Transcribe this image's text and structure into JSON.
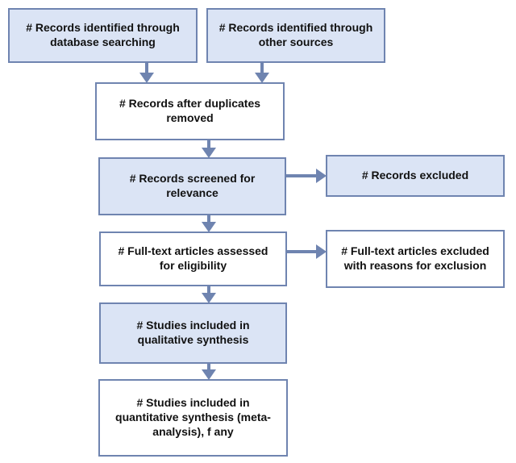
{
  "diagram": {
    "nodes": {
      "database_search": "# Records identified through\ndatabase searching",
      "other_sources": "# Records identified through\nother sources",
      "after_duplicates": "# Records after duplicates\nremoved",
      "screened": "# Records screened for\nrelevance",
      "excluded": "# Records excluded",
      "fulltext_assessed": "# Full-text articles assessed\nfor eligibility",
      "fulltext_excluded": "# Full-text articles excluded\nwith reasons for exclusion",
      "qualitative": "# Studies included in\nqualitative synthesis",
      "quantitative": "# Studies included in\nquantitative synthesis (meta-\nanalysis), f any"
    },
    "colors": {
      "stroke": "#6f84b0",
      "fill": "#dbe4f5"
    }
  }
}
